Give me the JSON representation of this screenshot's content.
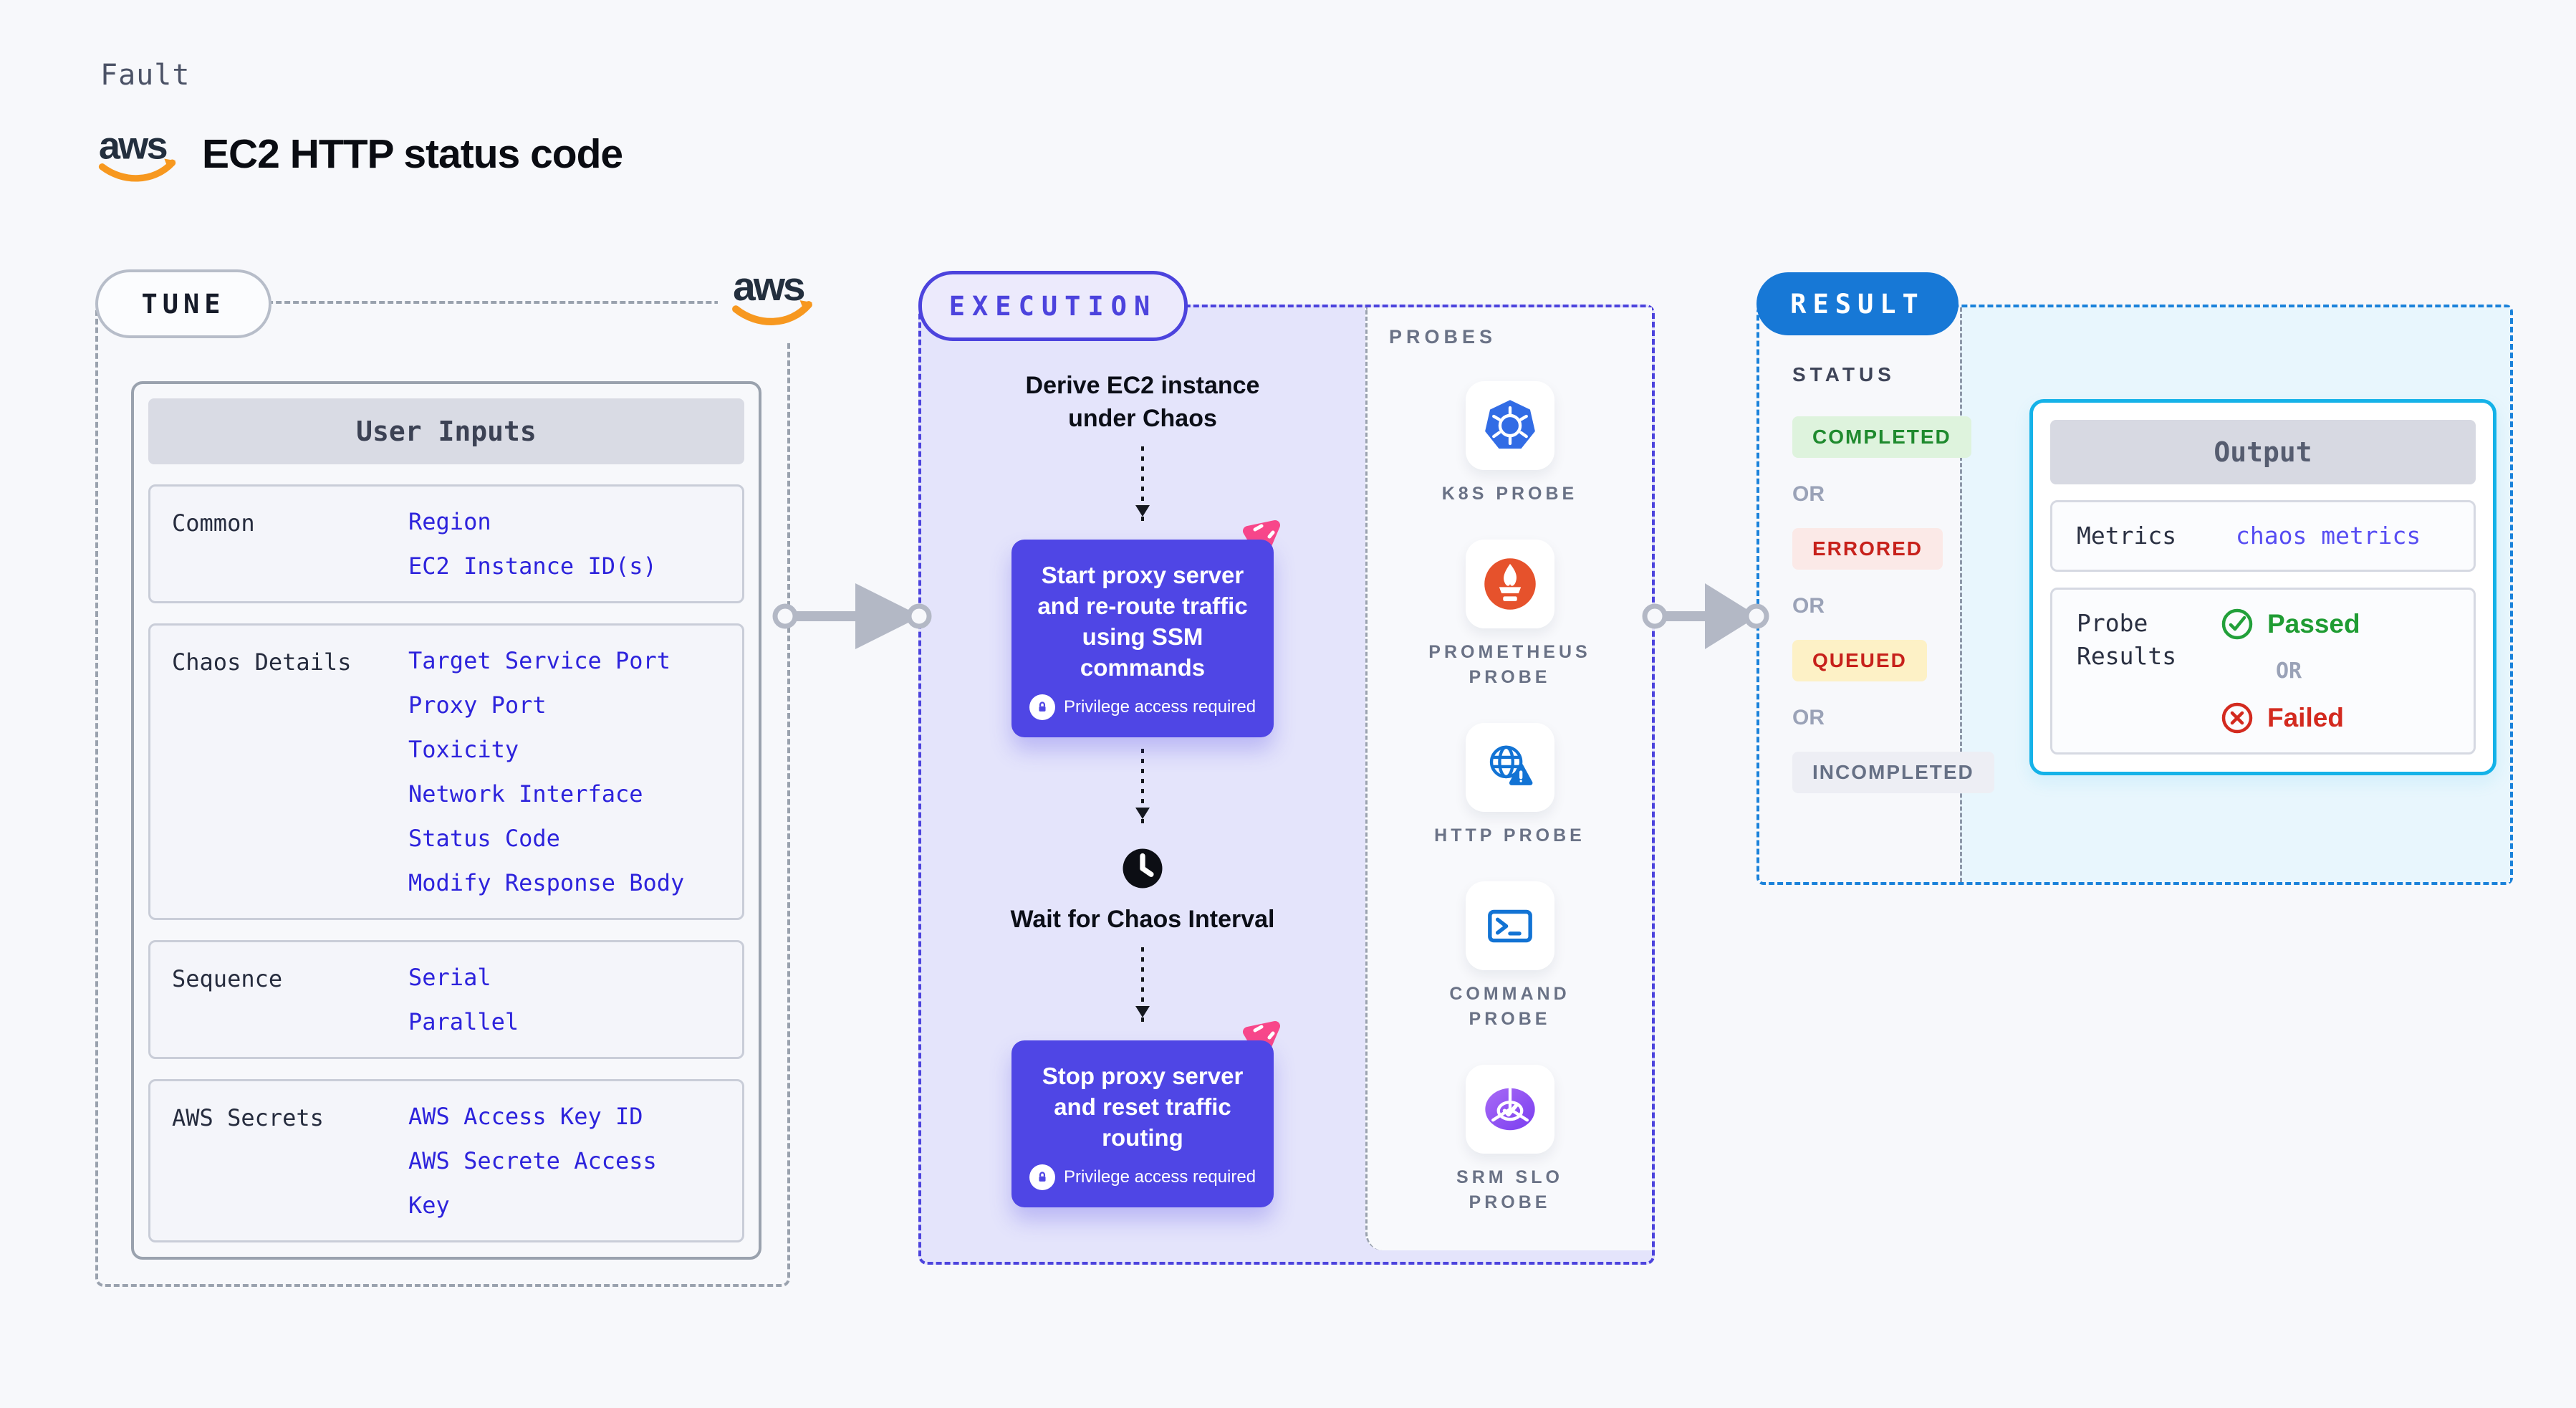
{
  "header": {
    "eyebrow": "Fault",
    "title": "EC2 HTTP status code",
    "brand": "aws"
  },
  "tune": {
    "label": "TUNE",
    "card_title": "User Inputs",
    "rows": [
      {
        "label": "Common",
        "values": [
          "Region",
          "EC2 Instance ID(s)"
        ]
      },
      {
        "label": "Chaos Details",
        "values": [
          "Target Service Port",
          "Proxy Port",
          "Toxicity",
          "Network Interface",
          "Status Code",
          "Modify Response Body"
        ]
      },
      {
        "label": "Sequence",
        "values": [
          "Serial",
          "Parallel"
        ]
      },
      {
        "label": "AWS Secrets",
        "values": [
          "AWS Access Key ID",
          "AWS Secrete Access Key"
        ]
      }
    ]
  },
  "execution": {
    "label": "EXECUTION",
    "derive_step": "Derive EC2 instance under Chaos",
    "start_step": "Start proxy server and re-route traffic using SSM commands",
    "wait_step": "Wait for Chaos Interval",
    "stop_step": "Stop proxy server and reset traffic routing",
    "privilege_note": "Privilege access required"
  },
  "probes": {
    "label": "PROBES",
    "items": [
      {
        "name": "K8S PROBE",
        "icon": "kubernetes-icon"
      },
      {
        "name": "PROMETHEUS PROBE",
        "icon": "prometheus-icon"
      },
      {
        "name": "HTTP PROBE",
        "icon": "http-globe-warning-icon"
      },
      {
        "name": "COMMAND PROBE",
        "icon": "terminal-icon"
      },
      {
        "name": "SRM SLO PROBE",
        "icon": "srm-slo-donut-icon"
      }
    ]
  },
  "result": {
    "label": "RESULT",
    "status_title": "STATUS",
    "or_label": "OR",
    "statuses": [
      {
        "label": "COMPLETED",
        "type": "success"
      },
      {
        "label": "ERRORED",
        "type": "error"
      },
      {
        "label": "QUEUED",
        "type": "warning"
      },
      {
        "label": "INCOMPLETED",
        "type": "neutral"
      }
    ],
    "output": {
      "title": "Output",
      "metrics_label": "Metrics",
      "metrics_value": "chaos metrics",
      "probe_results_label": "Probe Results",
      "passed_label": "Passed",
      "failed_label": "Failed",
      "or_label": "OR"
    }
  },
  "colors": {
    "page_bg": "#f7f8fb",
    "accent_indigo": "#4c43dd",
    "accent_blue": "#1778d6",
    "accent_cyan": "#15b2e8",
    "link_blue": "#2d23dc",
    "success_green": "#1f9c33",
    "error_red": "#d32a1f",
    "lavender_bg": "#e4e4fb",
    "result_bg": "#e8f6fd",
    "purple_node": "#4f46e5",
    "pink_logo": "#f8478a",
    "aws_orange": "#f7981f",
    "aws_navy": "#232f3e"
  }
}
